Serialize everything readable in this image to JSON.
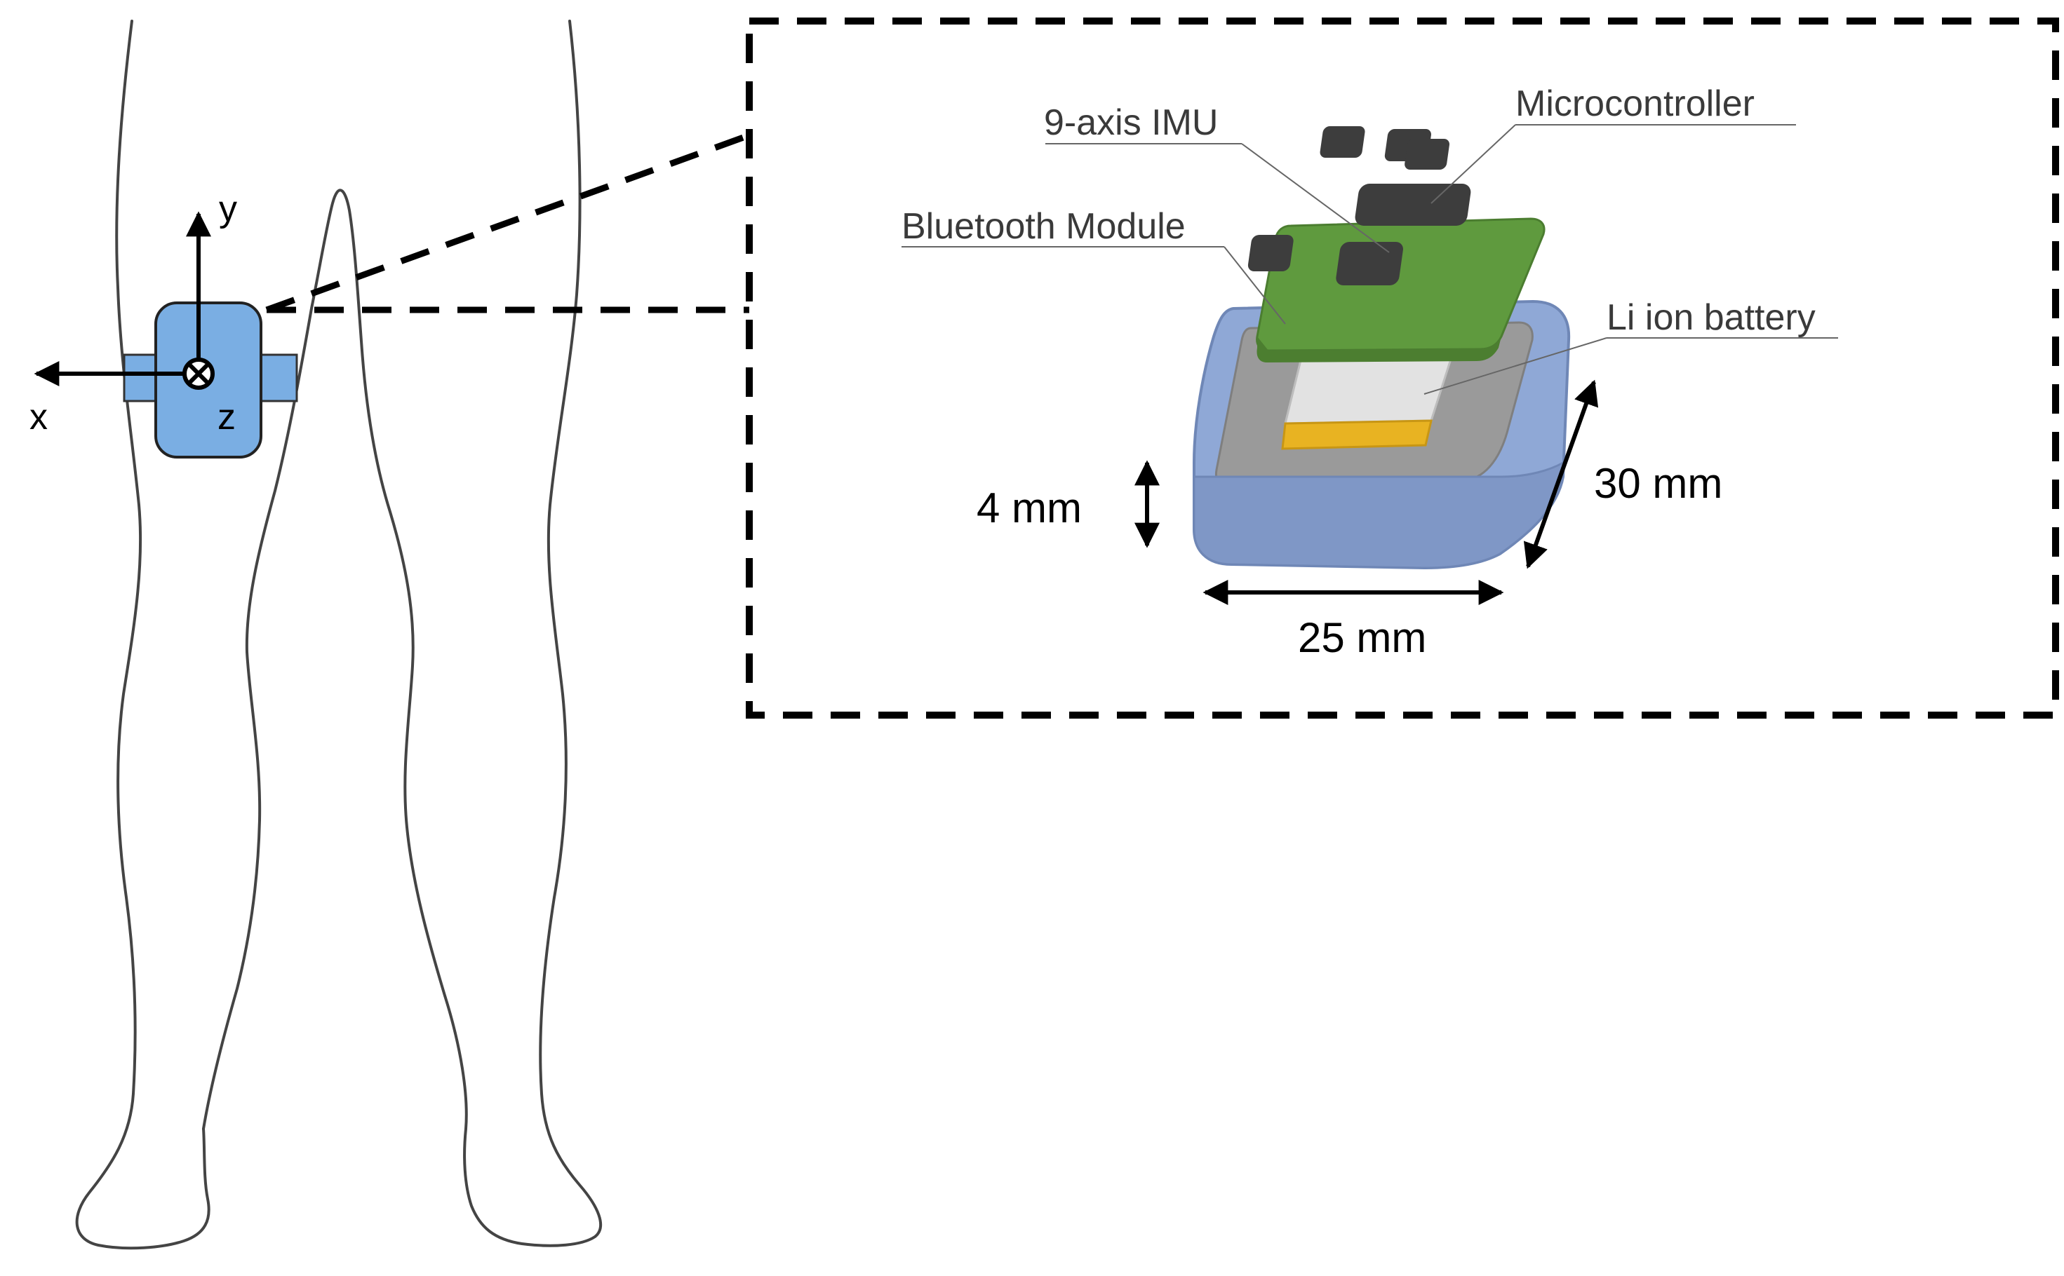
{
  "axes": {
    "x_label": "x",
    "y_label": "y",
    "z_label": "z"
  },
  "components": {
    "imu": "9-axis IMU",
    "microcontroller": "Microcontroller",
    "bluetooth": "Bluetooth Module",
    "battery": "Li ion battery"
  },
  "dimensions": {
    "height": "4 mm",
    "depth": "30 mm",
    "width": "25 mm"
  },
  "colors": {
    "sensor_blue": "#7aaee3",
    "housing_blue": "#8fa8d6",
    "pcb_green": "#5f9a3e",
    "chip_dark": "#3d3d3d",
    "battery_gold": "#e8b322",
    "battery_gray": "#e2e2e2",
    "tray_gray": "#9a9a9a",
    "outline": "#000000"
  }
}
